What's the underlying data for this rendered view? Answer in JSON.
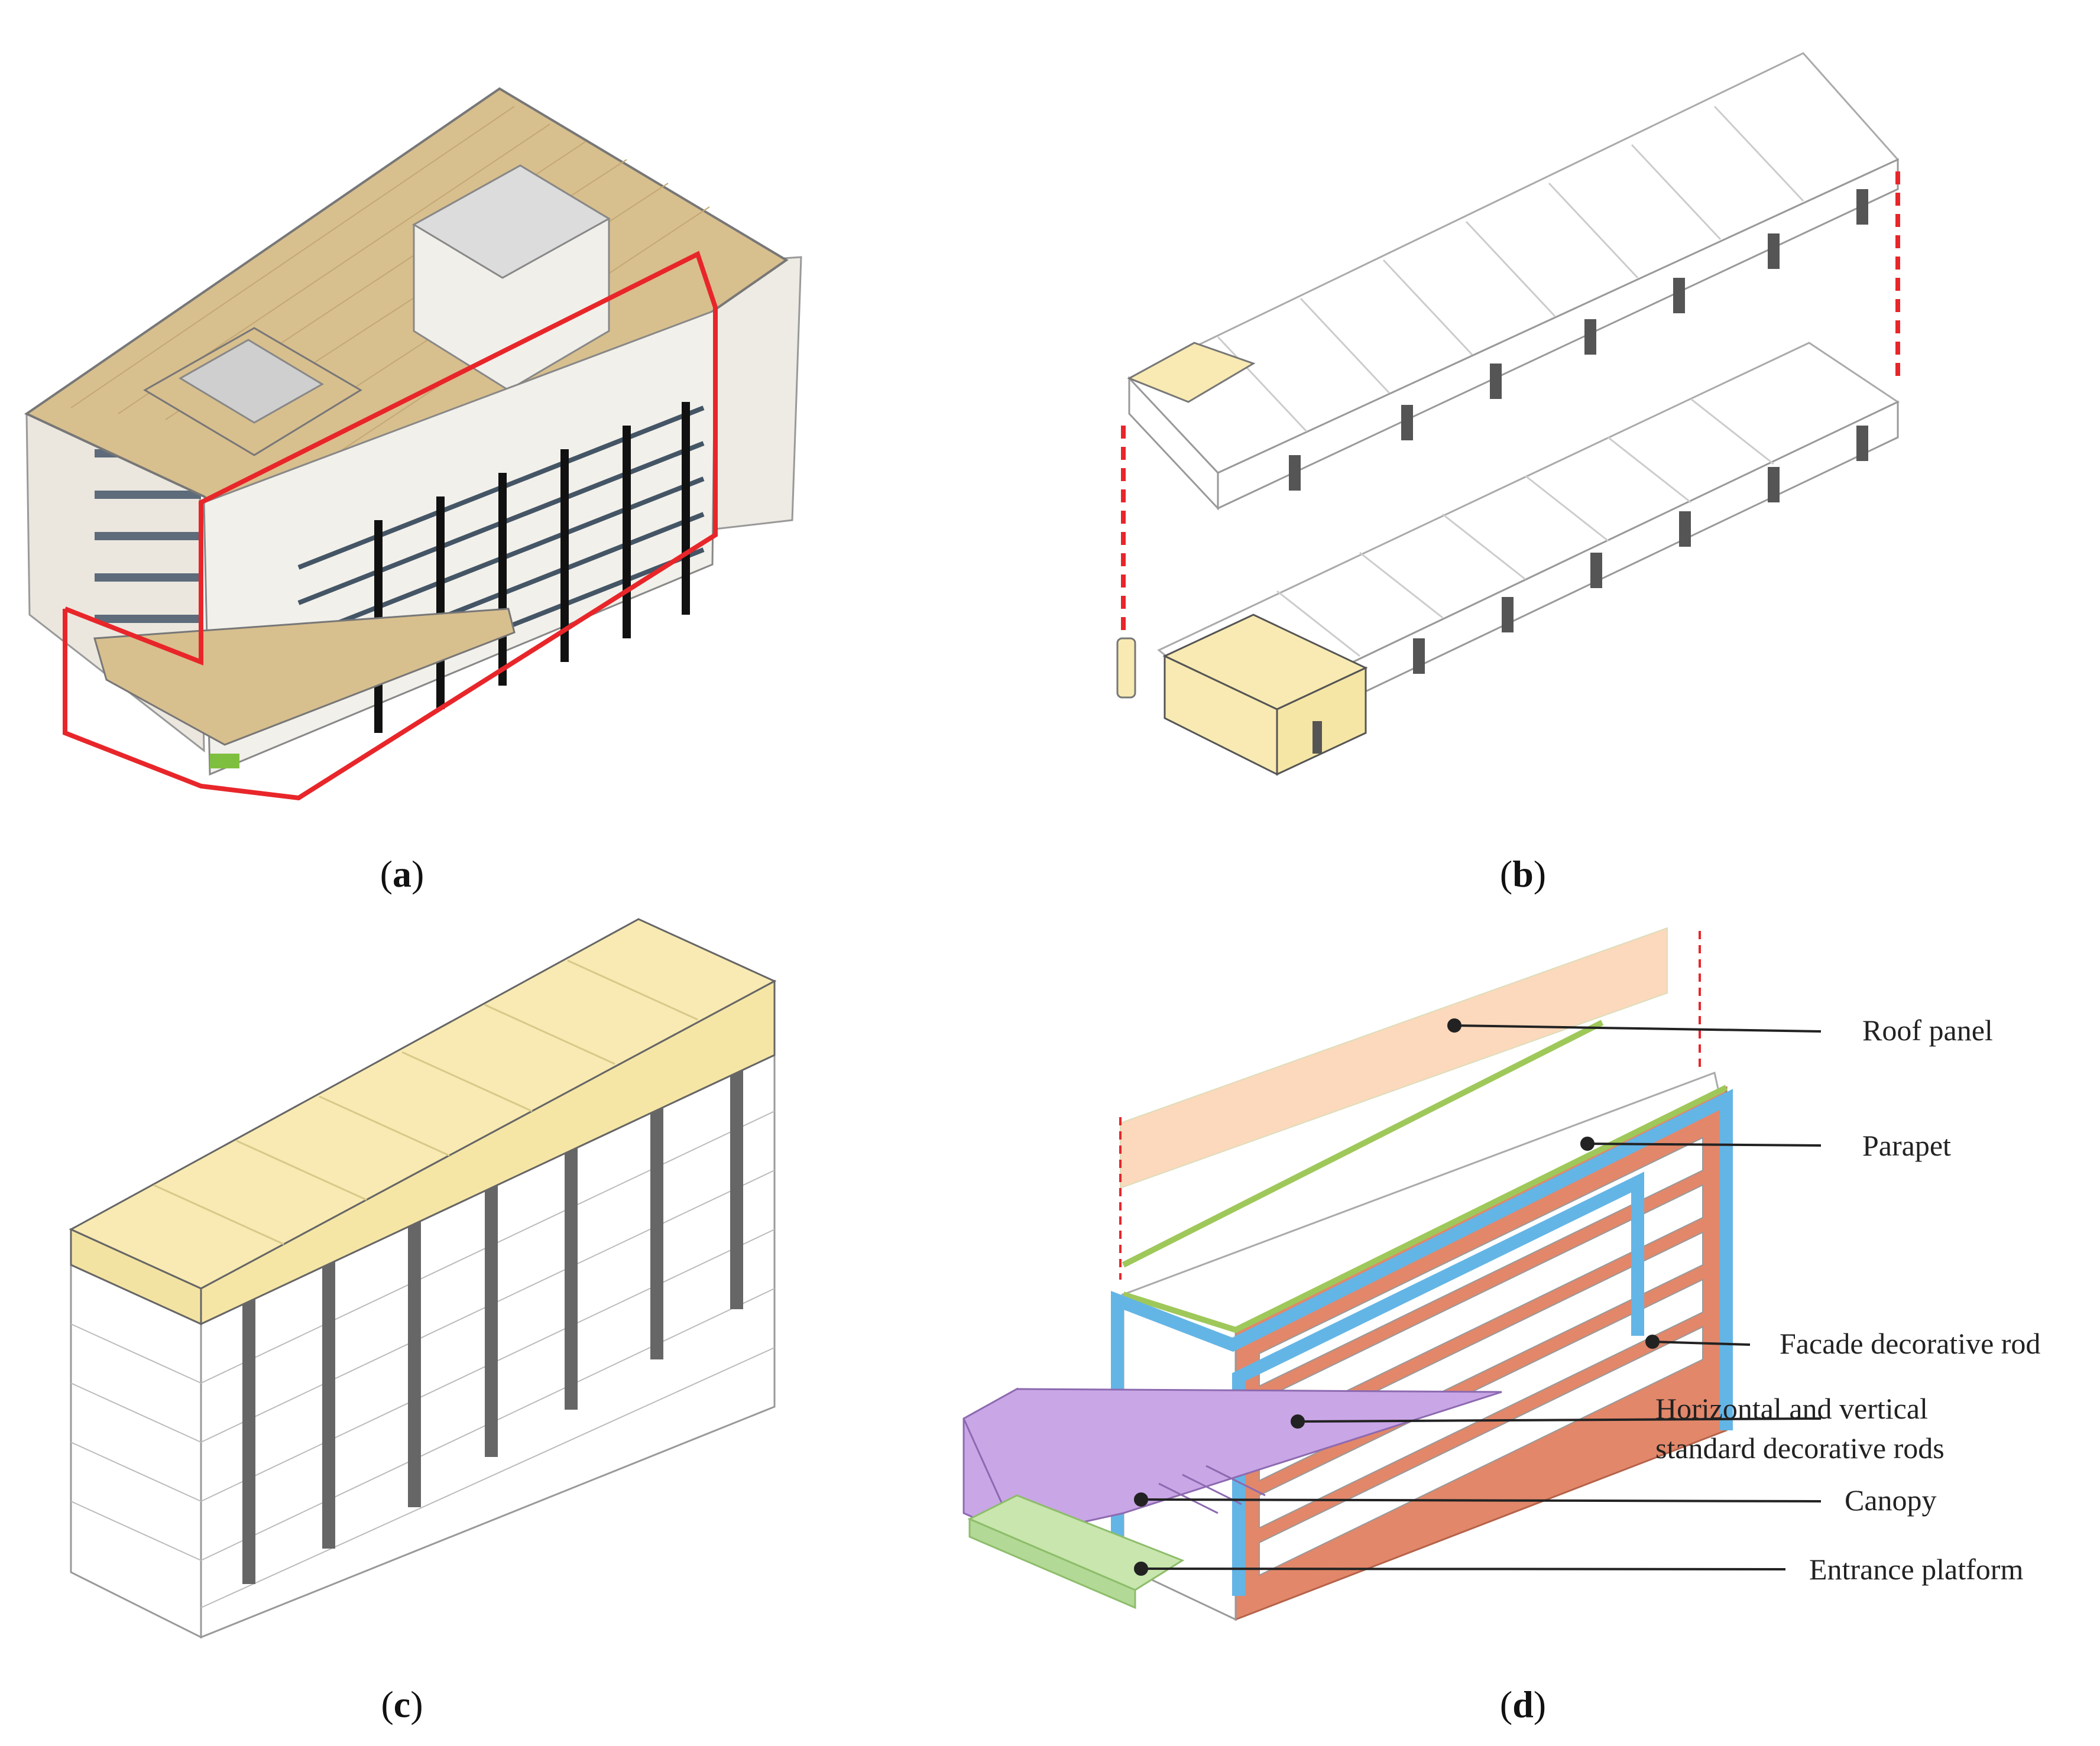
{
  "panels": [
    {
      "id": "a",
      "caption_open": "(",
      "caption_letter": "a",
      "caption_close": ")"
    },
    {
      "id": "b",
      "caption_open": "(",
      "caption_letter": "b",
      "caption_close": ")"
    },
    {
      "id": "c",
      "caption_open": "(",
      "caption_letter": "c",
      "caption_close": ")"
    },
    {
      "id": "d",
      "caption_open": "(",
      "caption_letter": "d",
      "caption_close": ")"
    }
  ],
  "labels": {
    "roof_panel": "Roof panel",
    "parapet": "Parapet",
    "facade_rod": "Facade decorative rod",
    "hv_rods_line1": "Horizontal and vertical",
    "hv_rods_line2": "standard decorative rods",
    "canopy": "Canopy",
    "entrance": "Entrance platform"
  },
  "colors": {
    "roof_tan": "#d8bf8e",
    "outline_red": "#e8262a",
    "module_yellow": "#f8eab2",
    "roof_panel_peach": "#fcd9bc",
    "parapet_green": "#9fc85a",
    "facade_rod_blue": "#63b5e6",
    "hv_rods_red": "#e2876a",
    "canopy_purple": "#c9a6e6",
    "entrance_green": "#c8e6ad",
    "column_dark": "#555555"
  }
}
